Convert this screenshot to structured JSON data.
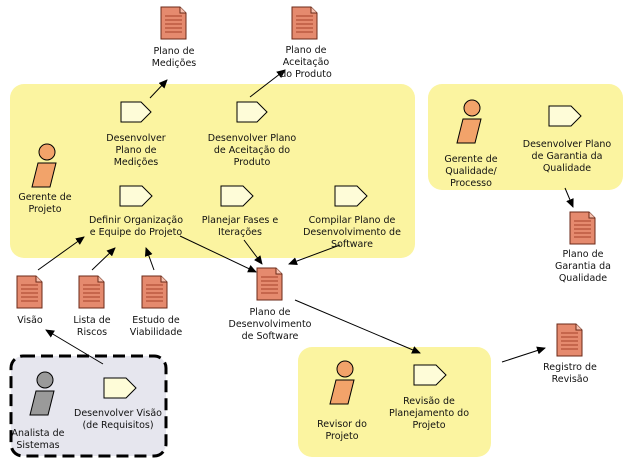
{
  "colors": {
    "region_fill": "#fbf4a0",
    "region_dashed_fill": "#e6e6ee",
    "artifact_fill": "#e58a6e",
    "artifact_line": "#a8422a",
    "role_fill": "#f2a36a",
    "role_gray": "#9a9a9a",
    "activity_fill": "#fefcd8",
    "line": "#000000"
  },
  "artifacts": [
    {
      "id": "plano-medicoes",
      "lines": [
        "Plano de",
        "Medições"
      ]
    },
    {
      "id": "plano-aceitacao",
      "lines": [
        "Plano de",
        "Aceitação",
        "do Produto"
      ]
    },
    {
      "id": "plano-desenvolvimento",
      "lines": [
        "Plano de",
        "Desenvolvimento",
        "de Software"
      ]
    },
    {
      "id": "visao",
      "lines": [
        "Visão"
      ]
    },
    {
      "id": "lista-riscos",
      "lines": [
        "Lista de",
        "Riscos"
      ]
    },
    {
      "id": "estudo-viabilidade",
      "lines": [
        "Estudo de",
        "Viabilidade"
      ]
    },
    {
      "id": "plano-garantia-qualidade",
      "lines": [
        "Plano de",
        "Garantia da",
        "Qualidade"
      ]
    },
    {
      "id": "registro-revisao",
      "lines": [
        "Registro de",
        "Revisão"
      ]
    }
  ],
  "activities": [
    {
      "id": "desenvolver-plano-medicoes",
      "lines": [
        "Desenvolver",
        "Plano de",
        "Medições"
      ]
    },
    {
      "id": "desenvolver-plano-aceitacao",
      "lines": [
        "Desenvolver Plano",
        "de Aceitação do",
        "Produto"
      ]
    },
    {
      "id": "definir-organizacao",
      "lines": [
        "Definir Organização",
        "e Equipe do Projeto"
      ]
    },
    {
      "id": "planejar-fases",
      "lines": [
        "Planejar Fases e",
        "Iterações"
      ]
    },
    {
      "id": "compilar-plano",
      "lines": [
        "Compilar Plano de",
        "Desenvolvimento de",
        "Software"
      ]
    },
    {
      "id": "desenvolver-plano-garantia",
      "lines": [
        "Desenvolver Plano",
        "de Garantia da",
        "Qualidade"
      ]
    },
    {
      "id": "revisao-planejamento",
      "lines": [
        "Revisão de",
        "Planejamento do",
        "Projeto"
      ]
    },
    {
      "id": "desenvolver-visao",
      "lines": [
        "Desenvolver Visão",
        "(de Requisitos)"
      ]
    }
  ],
  "roles": [
    {
      "id": "gerente-projeto",
      "lines": [
        "Gerente de",
        "Projeto"
      ],
      "tone": "orange"
    },
    {
      "id": "gerente-qualidade",
      "lines": [
        "Gerente de",
        "Qualidade/",
        "Processo"
      ],
      "tone": "orange"
    },
    {
      "id": "revisor-projeto",
      "lines": [
        "Revisor do",
        "Projeto"
      ],
      "tone": "orange"
    },
    {
      "id": "analista-sistemas",
      "lines": [
        "Analista de",
        "Sistemas"
      ],
      "tone": "gray"
    }
  ]
}
